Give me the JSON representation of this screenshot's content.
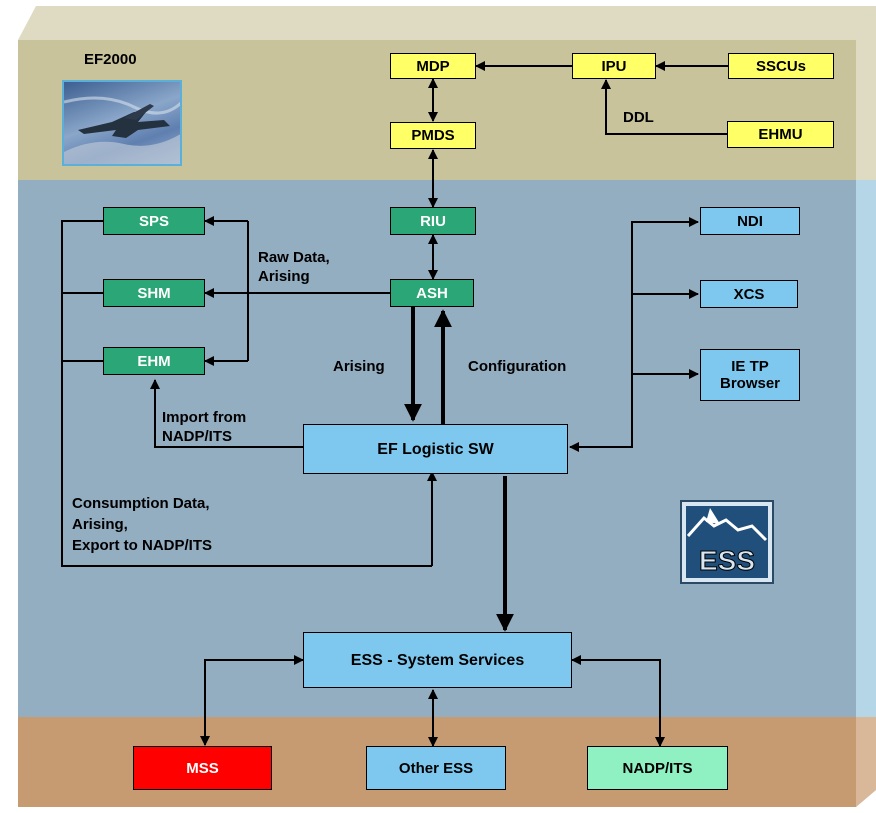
{
  "title": "EF2000",
  "colors": {
    "top_band": "#c8c39a",
    "middle_band": "#93adc1",
    "bottom_band": "#c79b72",
    "yellow_box": "#ffff66",
    "green_box": "#2ba677",
    "blue_box": "#7ec8ef",
    "red_box": "#ff0000",
    "mint_box": "#8ff0c2"
  },
  "boxes": {
    "mdp": "MDP",
    "ipu": "IPU",
    "sscus": "SSCUs",
    "pmds": "PMDS",
    "ehmu": "EHMU",
    "riu": "RIU",
    "ash": "ASH",
    "sps": "SPS",
    "shm": "SHM",
    "ehm": "EHM",
    "ndi": "NDI",
    "xcs": "XCS",
    "ietp": [
      "IE TP",
      "Browser"
    ],
    "ef_logistic": "EF Logistic SW",
    "ess_services": "ESS - System Services",
    "mss": "MSS",
    "other_ess": "Other ESS",
    "nadp_its": "NADP/ITS"
  },
  "labels": {
    "ddl": "DDL",
    "raw_data": [
      "Raw Data,",
      "Arising"
    ],
    "arising": "Arising",
    "configuration": "Configuration",
    "import_from": [
      "Import from",
      "NADP/ITS"
    ],
    "consumption": [
      "Consumption Data,",
      "Arising,",
      "Export to NADP/ITS"
    ]
  },
  "logo": {
    "text": "ESS",
    "icon": "ess-logo-icon"
  },
  "image": {
    "icon": "eurofighter-aircraft-photo"
  }
}
